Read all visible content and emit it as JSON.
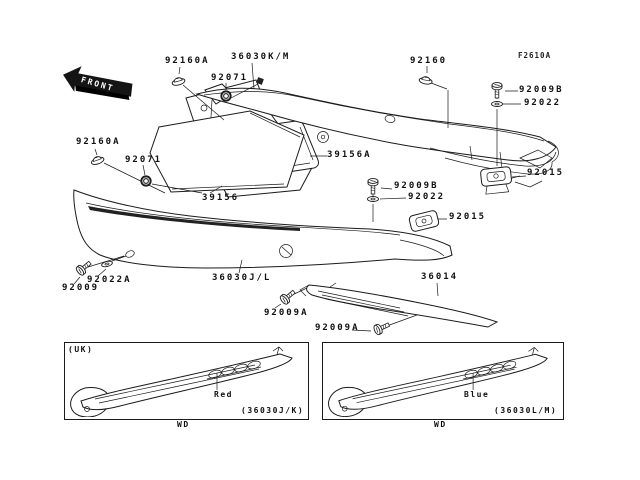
{
  "page": {
    "background": "#ffffff",
    "line_color": "#1b1b1b"
  },
  "diagram": {
    "fiche_code": "F2610A",
    "front_label": "FRONT",
    "callouts": [
      {
        "id": "92160a-top",
        "text": "92160A"
      },
      {
        "id": "36030km",
        "text": "36030K/M"
      },
      {
        "id": "92071-top",
        "text": "92071"
      },
      {
        "id": "92160",
        "text": "92160"
      },
      {
        "id": "92009b-right",
        "text": "92009B"
      },
      {
        "id": "92022-right",
        "text": "92022"
      },
      {
        "id": "92015-right",
        "text": "92015"
      },
      {
        "id": "92160a-left",
        "text": "92160A"
      },
      {
        "id": "92071-left",
        "text": "92071"
      },
      {
        "id": "39156a",
        "text": "39156A"
      },
      {
        "id": "39156",
        "text": "39156"
      },
      {
        "id": "92009b-mid",
        "text": "92009B"
      },
      {
        "id": "92022-mid",
        "text": "92022"
      },
      {
        "id": "92015-mid",
        "text": "92015"
      },
      {
        "id": "36030jl",
        "text": "36030J/L"
      },
      {
        "id": "36014",
        "text": "36014"
      },
      {
        "id": "92022a",
        "text": "92022A"
      },
      {
        "id": "92009",
        "text": "92009"
      },
      {
        "id": "92009a-left",
        "text": "92009A"
      },
      {
        "id": "92009a-bottom",
        "text": "92009A"
      }
    ],
    "variant_boxes": [
      {
        "id": "uk",
        "region_label": "(UK)",
        "color_label": "Red",
        "part_code": "(36030J/K)",
        "footer_label": "WD"
      },
      {
        "id": "std",
        "region_label": "",
        "color_label": "Blue",
        "part_code": "(36030L/M)",
        "footer_label": "WD"
      }
    ]
  },
  "icons": {
    "front-arrow-icon": "block-arrow-pointing-front-left",
    "grommet-icon": "rubber-grommet",
    "nut-icon": "flange-nut",
    "screw-icon": "pan-head-screw",
    "washer-icon": "flat-washer",
    "damper-icon": "rubber-damper-pad"
  }
}
